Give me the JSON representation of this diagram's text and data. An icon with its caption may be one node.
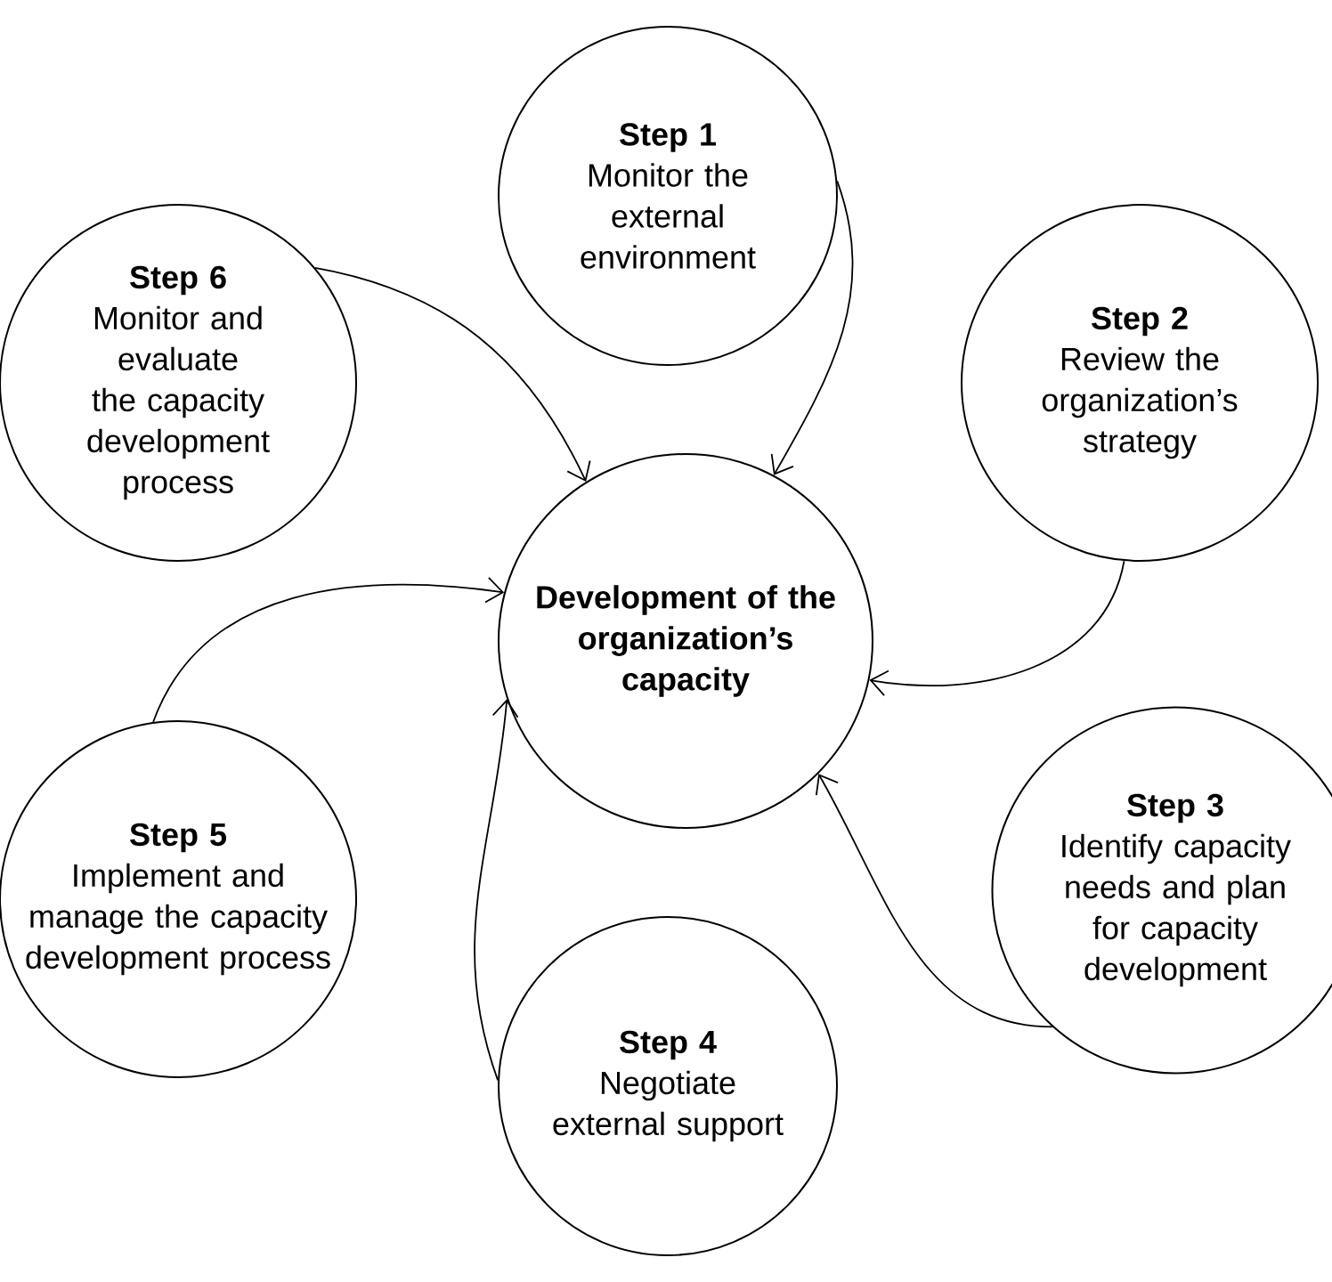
{
  "diagram": {
    "nodes": [
      {
        "text": [
          "Development of the organization’s capacity"
        ]
      },
      {
        "text": [
          "Step 1",
          "Monitor the external environment"
        ]
      },
      {
        "text": [
          "Step 2",
          "Review the organization’s strategy"
        ]
      },
      {
        "text": [
          "Step 3",
          "Identify capacity needs and plan for capacity development"
        ]
      },
      {
        "text": [
          "Step 4",
          "Negotiate external support"
        ]
      },
      {
        "text": [
          "Step 5",
          "Implement and manage the capacity development process"
        ]
      },
      {
        "text": [
          "Step 6",
          "Monitor and evaluate the capacity development process"
        ]
      }
    ],
    "edges": [
      {
        "from": 1,
        "to": 0,
        "arrow": "to"
      },
      {
        "from": 2,
        "to": 0,
        "arrow": "to"
      },
      {
        "from": 3,
        "to": 0,
        "arrow": "to"
      },
      {
        "from": 4,
        "to": 0,
        "arrow": "to"
      },
      {
        "from": 5,
        "to": 0,
        "arrow": "to"
      },
      {
        "from": 6,
        "to": 0,
        "arrow": "to"
      }
    ]
  }
}
